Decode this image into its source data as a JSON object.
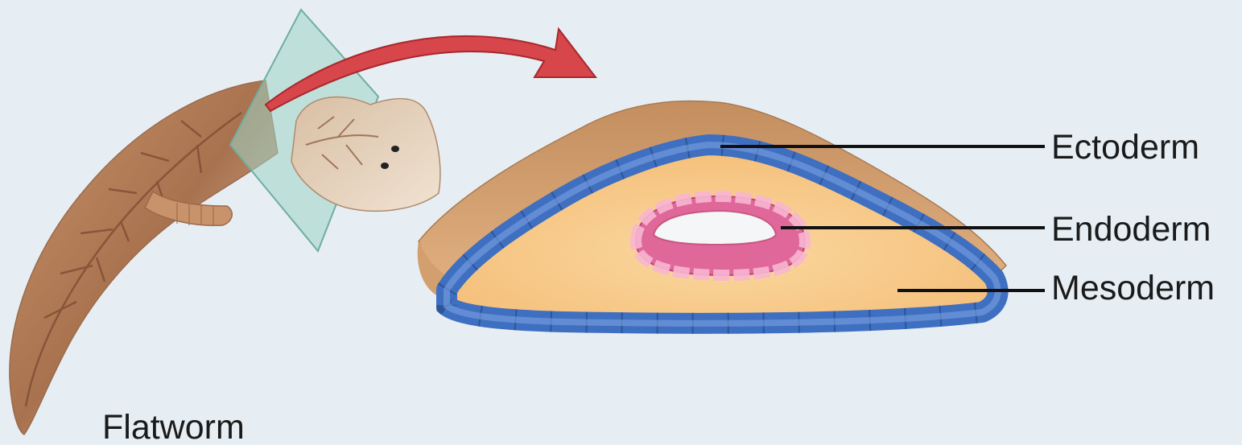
{
  "labels": {
    "ectoderm": "Ectoderm",
    "endoderm": "Endoderm",
    "mesoderm": "Mesoderm",
    "organism": "Flatworm"
  },
  "colors": {
    "background": "#e6eef4",
    "ectoderm": "#3f6fc0",
    "endoderm": "#e0679a",
    "mesoderm": "#f8c684",
    "arrow": "#d6464a",
    "body_surface": "#c99462",
    "section_plane": "#9fd3c4"
  },
  "icons": [
    "flatworm-illustration",
    "section-plane",
    "curved-arrow",
    "cross-section-illustration"
  ]
}
